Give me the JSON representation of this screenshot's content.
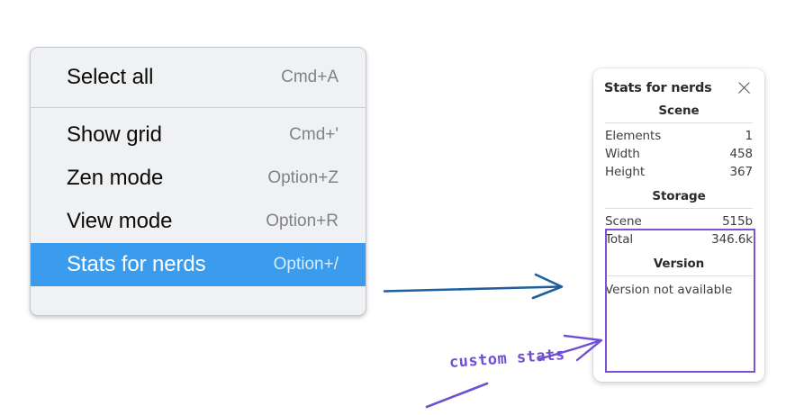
{
  "context_menu": {
    "name": "canvas-context-menu",
    "sections": [
      {
        "items": [
          {
            "label": "Select all",
            "shortcut": "Cmd+A",
            "selected": false
          }
        ]
      },
      {
        "items": [
          {
            "label": "Show grid",
            "shortcut": "Cmd+'",
            "selected": false
          },
          {
            "label": "Zen mode",
            "shortcut": "Option+Z",
            "selected": false
          },
          {
            "label": "View mode",
            "shortcut": "Option+R",
            "selected": false
          },
          {
            "label": "Stats for nerds",
            "shortcut": "Option+/",
            "selected": true
          }
        ]
      }
    ]
  },
  "stats_panel": {
    "title": "Stats for nerds",
    "close_icon": "close-icon",
    "sections": [
      {
        "heading": "Scene",
        "rows": [
          {
            "key": "Elements",
            "value": "1"
          },
          {
            "key": "Width",
            "value": "458"
          },
          {
            "key": "Height",
            "value": "367"
          }
        ]
      },
      {
        "heading": "Storage",
        "rows": [
          {
            "key": "Scene",
            "value": "515b"
          },
          {
            "key": "Total",
            "value": "346.6k"
          }
        ]
      },
      {
        "heading": "Version",
        "note": "Version not available"
      }
    ]
  },
  "annotations": {
    "label": "custom stats",
    "blue_arrow_name": "blue-arrow",
    "purple_arrow_name": "purple-arrow",
    "purple_underline_name": "purple-underline"
  },
  "colors": {
    "menu_highlight": "#3b9bec",
    "menu_background": "#f0f1f3",
    "annotation_purple": "#6f4fd4",
    "annotation_blue": "#1f5fa0",
    "highlight_box_purple": "#7a52d6"
  }
}
